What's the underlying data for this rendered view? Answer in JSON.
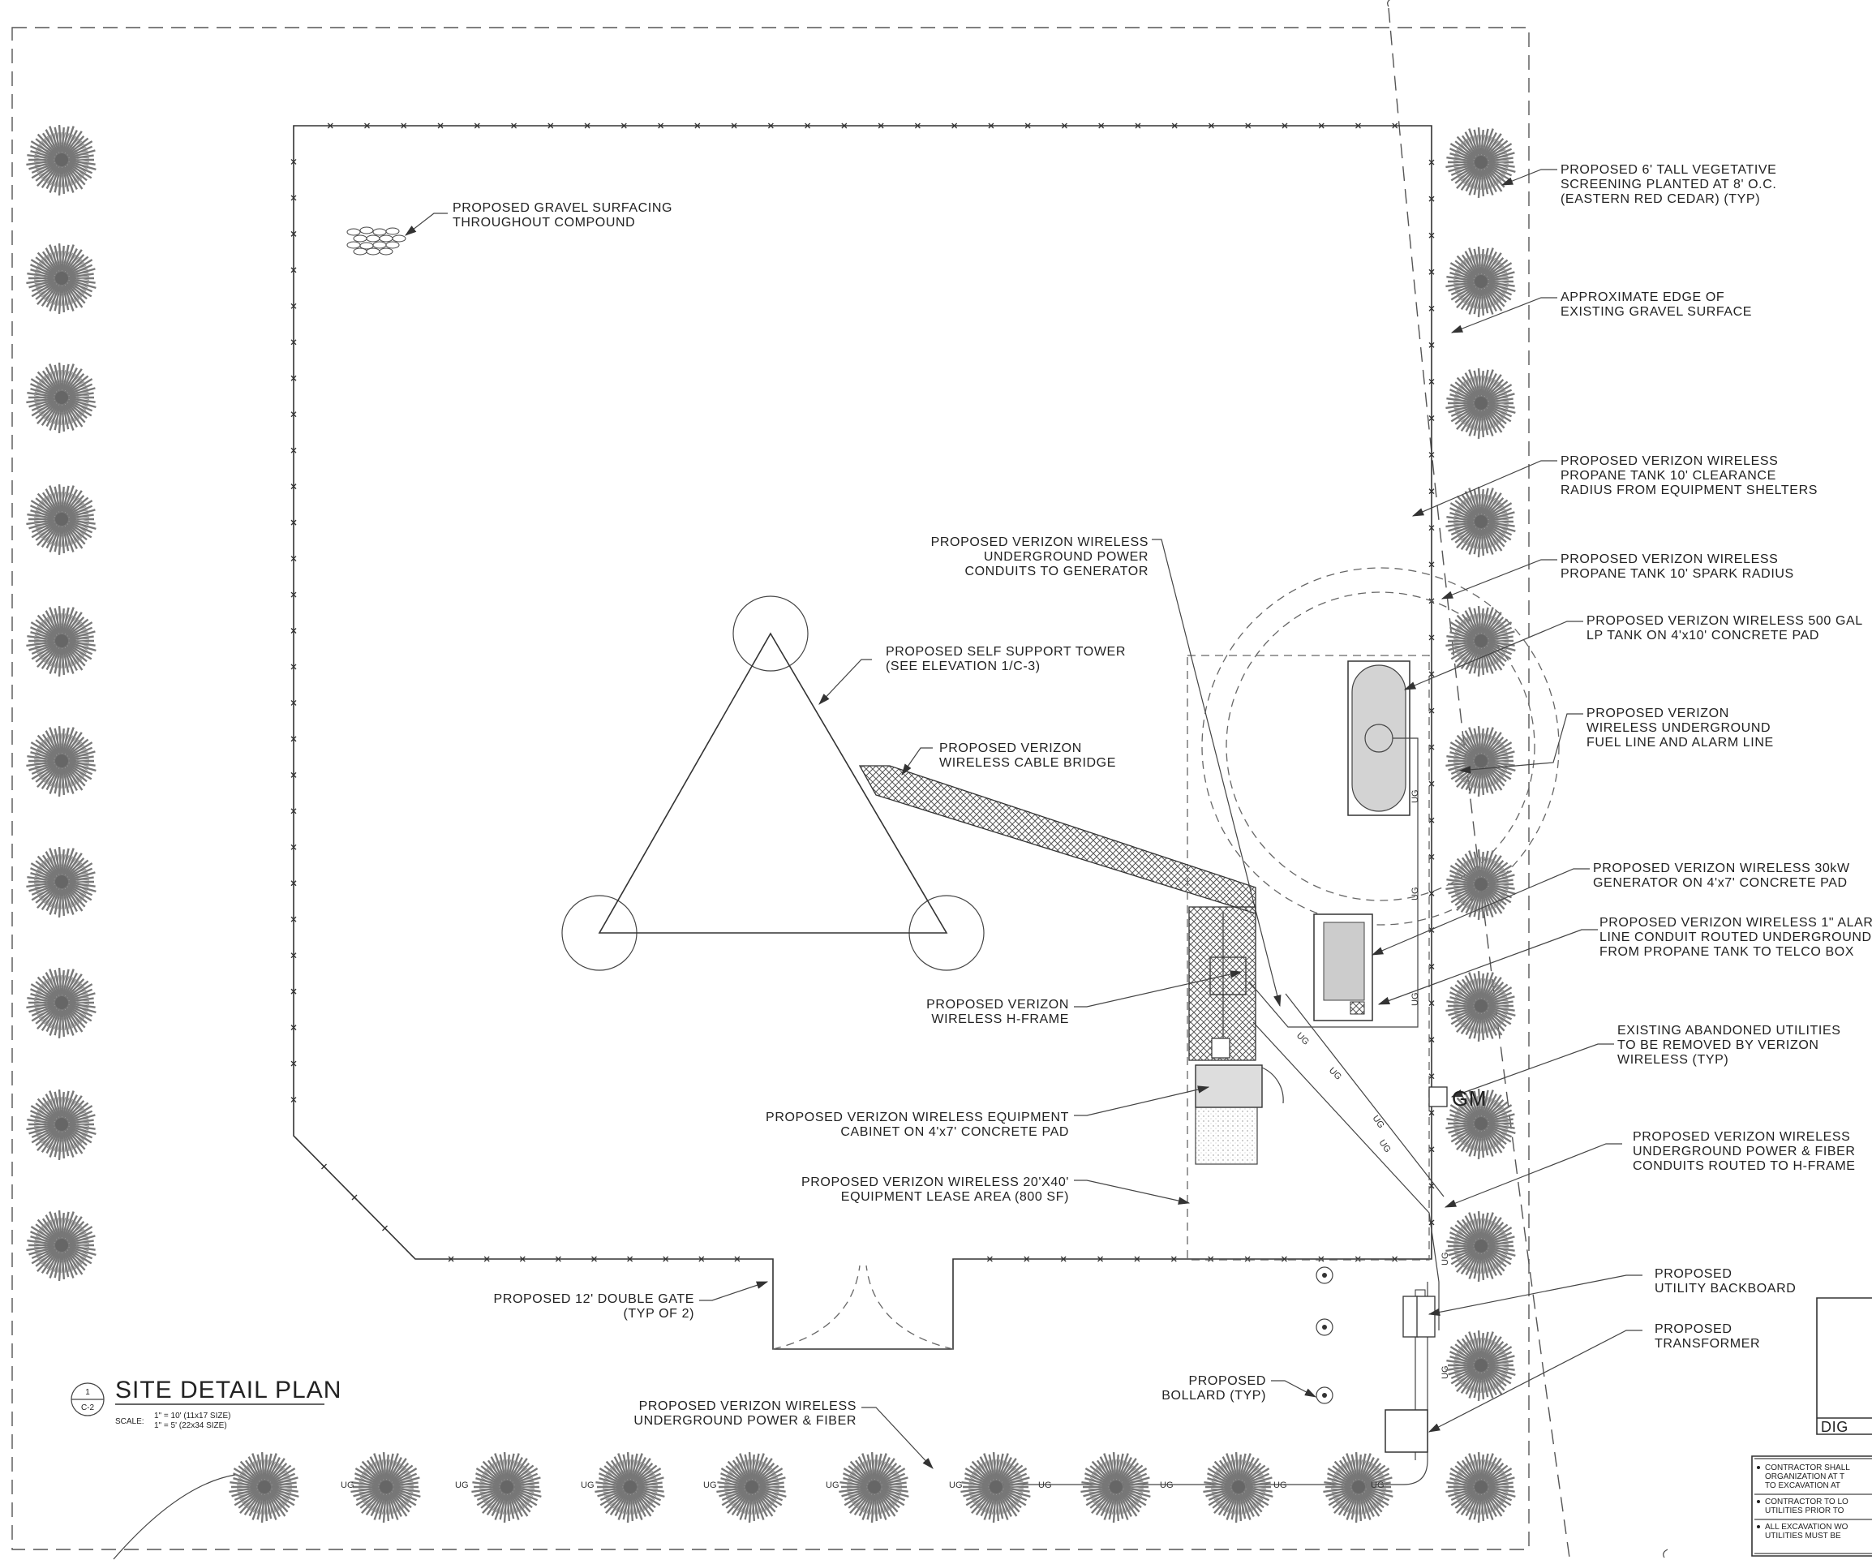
{
  "title": {
    "number": "1",
    "sheet": "C-2",
    "text": "SITE DETAIL PLAN",
    "scale_label": "SCALE:",
    "scale_1": "1\" = 10' (11x17 SIZE)",
    "scale_2": "1\" = 5' (22x34 SIZE)"
  },
  "labels": {
    "gravel": [
      "PROPOSED GRAVEL SURFACING",
      "THROUGHOUT COMPOUND"
    ],
    "screening": [
      "PROPOSED 6' TALL VEGETATIVE",
      "SCREENING PLANTED AT 8' O.C.",
      "(EASTERN RED CEDAR) (TYP)"
    ],
    "edge_gravel": [
      "APPROXIMATE EDGE OF",
      "EXISTING GRAVEL SURFACE"
    ],
    "clearance": [
      "PROPOSED VERIZON WIRELESS",
      "PROPANE TANK 10' CLEARANCE",
      "RADIUS FROM EQUIPMENT SHELTERS"
    ],
    "spark": [
      "PROPOSED VERIZON WIRELESS",
      "PROPANE TANK 10' SPARK RADIUS"
    ],
    "lp_tank": [
      "PROPOSED VERIZON WIRELESS 500 GAL",
      "LP TANK ON 4'x10' CONCRETE PAD"
    ],
    "fuel_line": [
      "PROPOSED VERIZON",
      "WIRELESS UNDERGROUND",
      "FUEL LINE AND ALARM LINE"
    ],
    "generator": [
      "PROPOSED VERIZON WIRELESS 30kW",
      "GENERATOR ON 4'x7' CONCRETE PAD"
    ],
    "alarm": [
      "PROPOSED VERIZON WIRELESS 1\" ALAR",
      "LINE CONDUIT ROUTED UNDERGROUND",
      "FROM PROPANE TANK TO TELCO BOX"
    ],
    "abandoned": [
      "EXISTING ABANDONED UTILITIES",
      "TO BE REMOVED BY VERIZON",
      "WIRELESS (TYP)"
    ],
    "ug_power_fiber": [
      "PROPOSED VERIZON WIRELESS",
      "UNDERGROUND POWER & FIBER",
      "CONDUITS ROUTED TO H-FRAME"
    ],
    "backboard": [
      "PROPOSED",
      "UTILITY BACKBOARD"
    ],
    "transformer": [
      "PROPOSED",
      "TRANSFORMER"
    ],
    "ug_power_gen": [
      "PROPOSED VERIZON WIRELESS",
      "UNDERGROUND POWER",
      "CONDUITS TO GENERATOR"
    ],
    "tower": [
      "PROPOSED SELF SUPPORT TOWER",
      "(SEE ELEVATION 1/C-3)"
    ],
    "cable_bridge": [
      "PROPOSED VERIZON",
      "WIRELESS CABLE BRIDGE"
    ],
    "hframe": [
      "PROPOSED VERIZON",
      "WIRELESS H-FRAME"
    ],
    "cabinet": [
      "PROPOSED VERIZON WIRELESS EQUIPMENT",
      "CABINET ON 4'x7' CONCRETE PAD"
    ],
    "lease": [
      "PROPOSED VERIZON WIRELESS 20'X40'",
      "EQUIPMENT LEASE AREA (800 SF)"
    ],
    "gate": [
      "PROPOSED 12' DOUBLE GATE",
      "(TYP OF 2)"
    ],
    "bollard": [
      "PROPOSED",
      "BOLLARD (TYP)"
    ],
    "ug_bottom": [
      "PROPOSED VERIZON WIRELESS",
      "UNDERGROUND POWER & FIBER"
    ]
  },
  "gm_label": "GM",
  "ug_text": "UG",
  "dig_label": "DIG",
  "notes": [
    [
      "CONTRACTOR SHALL",
      "ORGANIZATION AT T",
      "TO EXCAVATION AT"
    ],
    [
      "CONTRACTOR TO LO",
      "UTILITIES PRIOR TO"
    ],
    [
      "ALL EXCAVATION WO",
      "UTILITIES MUST BE"
    ]
  ]
}
